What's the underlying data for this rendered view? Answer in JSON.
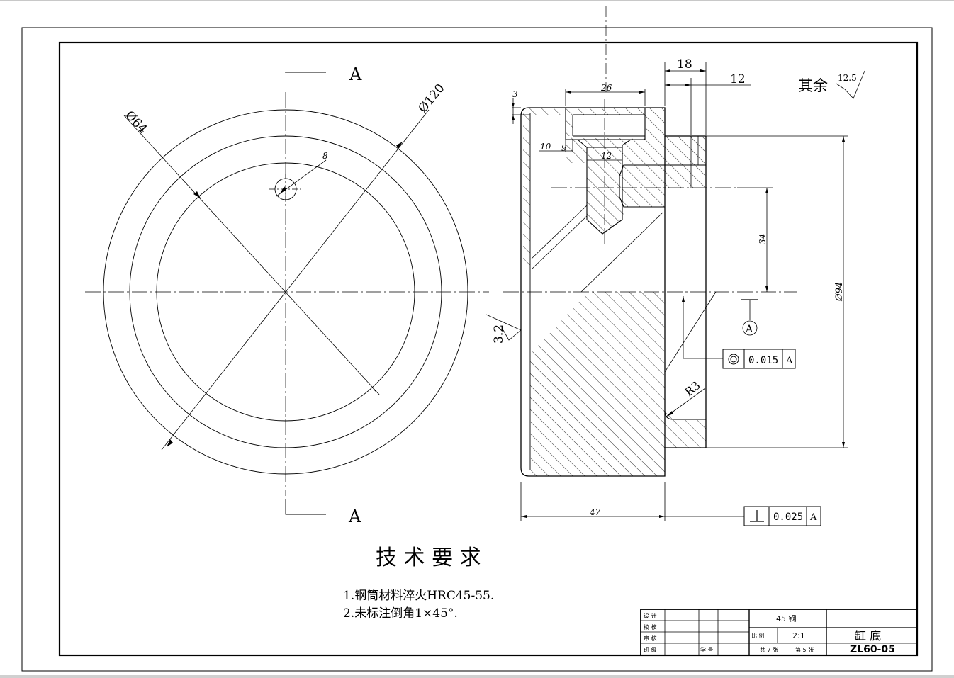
{
  "views": {
    "section_marker": "A",
    "circle_view": {
      "dims": {
        "dia_small": "Ø64",
        "dia_large": "Ø120",
        "hole": "8"
      }
    },
    "section_view": {
      "dims": {
        "d3": "3",
        "d26": "26",
        "d18": "18",
        "d12_top": "12",
        "d10": "10",
        "d9": "9",
        "d12_mid": "12",
        "d34": "34",
        "d94": "Ø94",
        "r3": "R3",
        "d47": "47"
      },
      "roughness": {
        "left": "3.2",
        "rest_label": "其余",
        "rest_value": "12.5"
      },
      "datum": "A",
      "tolerances": [
        {
          "symbol": "concentricity-icon",
          "value": "0.015",
          "datum": "A"
        },
        {
          "symbol": "perpendicularity-icon",
          "value": "0.025",
          "datum": "A"
        }
      ]
    }
  },
  "tech_requirements": {
    "title": "技 术 要 求",
    "items": [
      "1.钢筒材料淬火HRC45-55.",
      "2.未标注倒角1×45°."
    ]
  },
  "title_block": {
    "roles": [
      "设 计",
      "校 核",
      "审 核",
      "班 级"
    ],
    "student_no_label": "学 号",
    "material": "45 钢",
    "scale_label": "比  例",
    "scale_value": "2:1",
    "sheet_total": "共 7 张",
    "sheet_no": "第 5 张",
    "part_name": "缸  底",
    "drawing_no": "ZL60-05"
  }
}
